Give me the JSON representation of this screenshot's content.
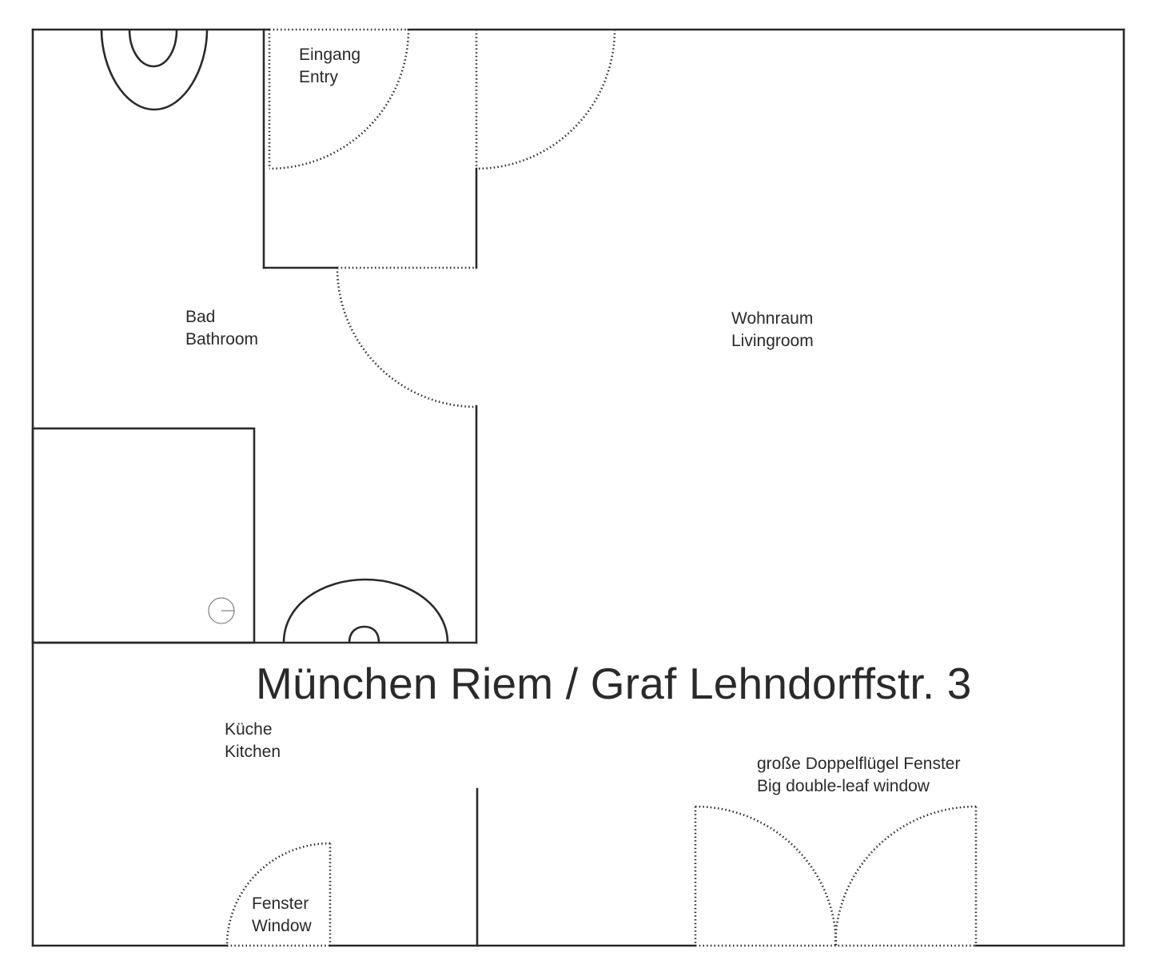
{
  "title": "München Riem / Graf Lehndorffstr. 3",
  "rooms": {
    "entry": {
      "de": "Eingang",
      "en": "Entry"
    },
    "bathroom": {
      "de": "Bad",
      "en": "Bathroom"
    },
    "livingroom": {
      "de": "Wohnraum",
      "en": "Livingroom"
    },
    "kitchen": {
      "de": "Küche",
      "en": "Kitchen"
    }
  },
  "windows": {
    "kitchen_window": {
      "de": "Fenster",
      "en": "Window"
    },
    "big_window": {
      "de": "große Doppelflügel Fenster",
      "en": "Big double-leaf window"
    }
  },
  "colors": {
    "line": "#2a2a2a",
    "background": "#ffffff"
  }
}
